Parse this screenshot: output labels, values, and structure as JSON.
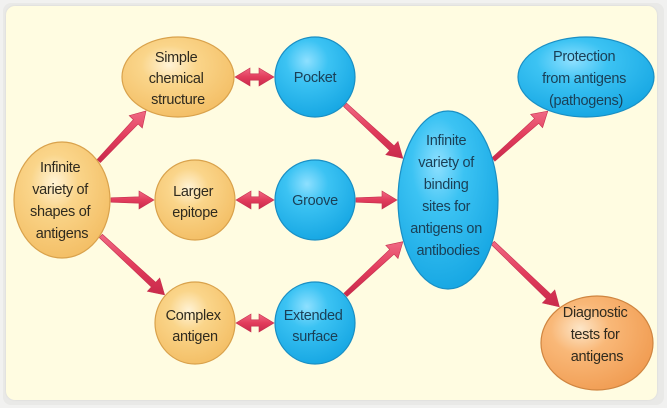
{
  "colors": {
    "background": "#fffce1",
    "orange_node": "#f8c770",
    "orange_node_edge": "#d9a24c",
    "dark_orange_node": "#f5a85a",
    "blue_node": "#1fb3ec",
    "blue_node_edge": "#1a8fc4",
    "arrow": "#e2405f"
  },
  "nodes": [
    {
      "id": "shapes",
      "style": "orange",
      "lines": [
        "Infinite",
        "variety of",
        "shapes of",
        "antigens"
      ]
    },
    {
      "id": "simple",
      "style": "orange",
      "lines": [
        "Simple",
        "chemical",
        "structure"
      ]
    },
    {
      "id": "larger",
      "style": "orange",
      "lines": [
        "Larger",
        "epitope"
      ]
    },
    {
      "id": "complex",
      "style": "orange",
      "lines": [
        "Complex",
        "antigen"
      ]
    },
    {
      "id": "pocket",
      "style": "blue",
      "lines": [
        "Pocket"
      ]
    },
    {
      "id": "groove",
      "style": "blue",
      "lines": [
        "Groove"
      ]
    },
    {
      "id": "extended",
      "style": "blue",
      "lines": [
        "Extended",
        "surface"
      ]
    },
    {
      "id": "binding",
      "style": "blue",
      "lines": [
        "Infinite",
        "variety of",
        "binding",
        "sites for",
        "antigens on",
        "antibodies"
      ]
    },
    {
      "id": "protection",
      "style": "blue",
      "lines": [
        "Protection",
        "from antigens",
        "(pathogens)"
      ]
    },
    {
      "id": "diagnostic",
      "style": "darkorange",
      "lines": [
        "Diagnostic",
        "tests for",
        "antigens"
      ]
    }
  ],
  "edges": [
    {
      "from": "shapes",
      "to": "simple",
      "type": "single"
    },
    {
      "from": "shapes",
      "to": "larger",
      "type": "single"
    },
    {
      "from": "shapes",
      "to": "complex",
      "type": "single"
    },
    {
      "from": "simple",
      "to": "pocket",
      "type": "double"
    },
    {
      "from": "larger",
      "to": "groove",
      "type": "double"
    },
    {
      "from": "complex",
      "to": "extended",
      "type": "double"
    },
    {
      "from": "pocket",
      "to": "binding",
      "type": "single"
    },
    {
      "from": "groove",
      "to": "binding",
      "type": "single"
    },
    {
      "from": "extended",
      "to": "binding",
      "type": "single"
    },
    {
      "from": "binding",
      "to": "protection",
      "type": "single"
    },
    {
      "from": "binding",
      "to": "diagnostic",
      "type": "single"
    }
  ]
}
